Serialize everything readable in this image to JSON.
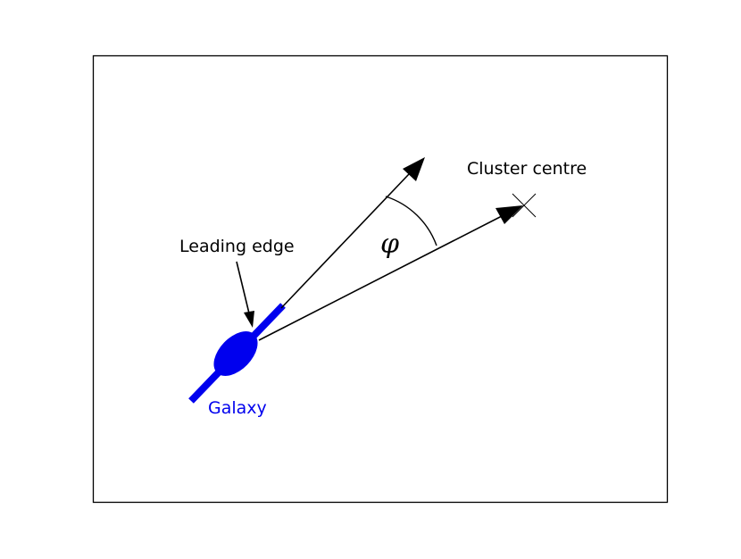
{
  "diagram": {
    "labels": {
      "cluster": "Cluster centre",
      "leading_edge": "Leading edge",
      "galaxy": "Galaxy",
      "angle": "φ"
    },
    "colors": {
      "galaxy": "#0000ee",
      "lines": "#000000",
      "frame": "#000000"
    },
    "markers": {
      "cluster_marker": "x-cross"
    }
  }
}
